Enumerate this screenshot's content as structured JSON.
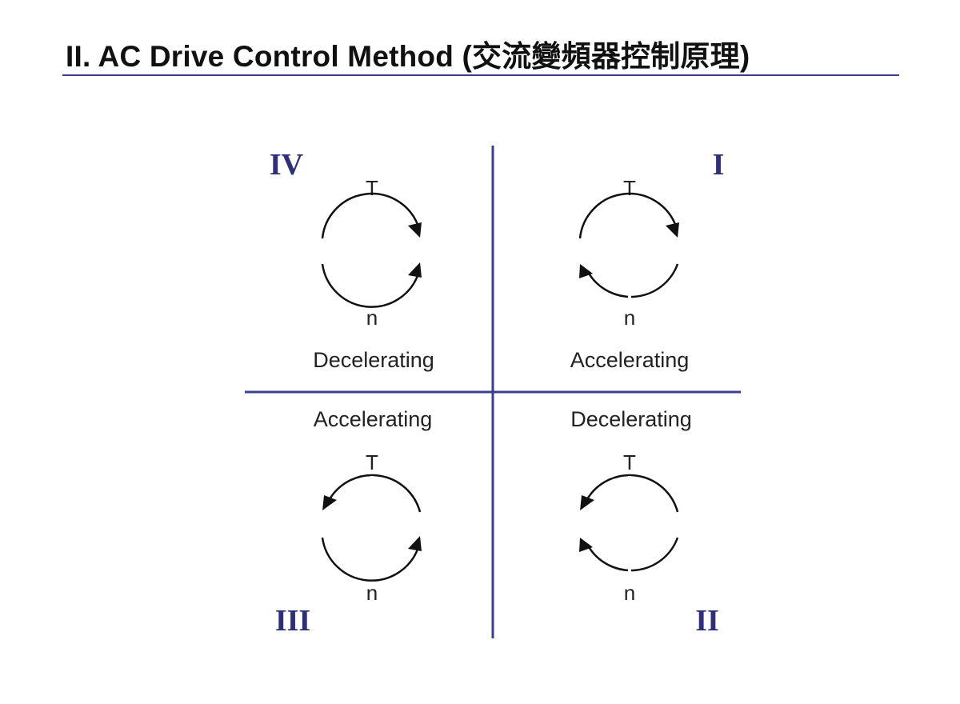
{
  "title": "II. AC Drive Control Method (交流變頻器控制原理)",
  "quadrants": [
    {
      "id": "iv",
      "numeral": "IV",
      "mode": "Decelerating",
      "top_label": "T",
      "bottom_label": "n",
      "top_arrow": "clockwise",
      "bottom_arrow": "counterclockwise"
    },
    {
      "id": "i",
      "numeral": "I",
      "mode": "Accelerating",
      "top_label": "T",
      "bottom_label": "n",
      "top_arrow": "clockwise",
      "bottom_arrow": "clockwise"
    },
    {
      "id": "iii",
      "numeral": "III",
      "mode": "Accelerating",
      "top_label": "T",
      "bottom_label": "n",
      "top_arrow": "counterclockwise",
      "bottom_arrow": "counterclockwise"
    },
    {
      "id": "ii",
      "numeral": "II",
      "mode": "Decelerating",
      "top_label": "T",
      "bottom_label": "n",
      "top_arrow": "counterclockwise",
      "bottom_arrow": "clockwise"
    }
  ],
  "colors": {
    "accent": "#3d3d8f",
    "numeral": "#2e2e7a",
    "ink": "#111111"
  }
}
